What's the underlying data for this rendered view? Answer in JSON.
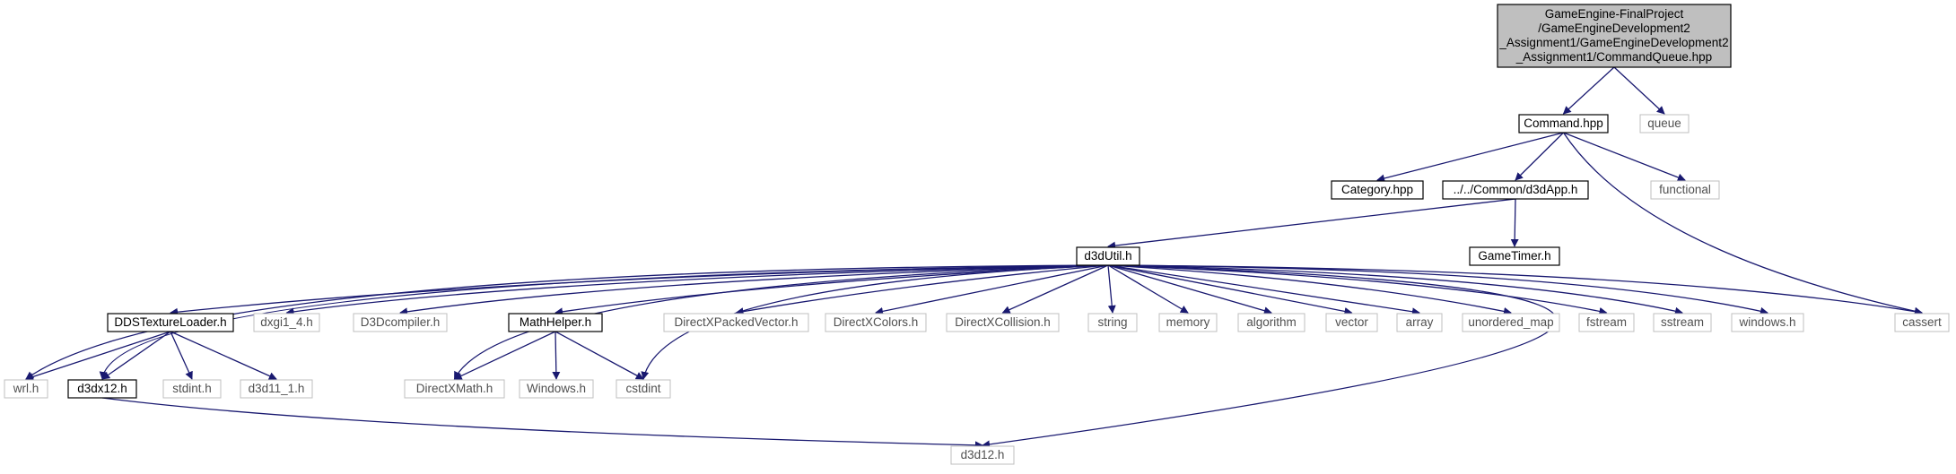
{
  "colors": {
    "edge": "#191970",
    "root_fill": "#bfbfbf",
    "local_border": "#000000",
    "system_border": "#bfbfbf",
    "system_text": "#505050",
    "background": "#ffffff"
  },
  "nodes": [
    {
      "id": "root",
      "kind": "root",
      "lines": [
        "GameEngine-FinalProject",
        "/GameEngineDevelopment2",
        "_Assignment1/GameEngineDevelopment2",
        "_Assignment1/CommandQueue.hpp"
      ]
    },
    {
      "id": "command",
      "kind": "local",
      "lines": [
        "Command.hpp"
      ]
    },
    {
      "id": "queue",
      "kind": "system",
      "lines": [
        "queue"
      ]
    },
    {
      "id": "category",
      "kind": "local",
      "lines": [
        "Category.hpp"
      ]
    },
    {
      "id": "d3dapp",
      "kind": "local",
      "lines": [
        "../../Common/d3dApp.h"
      ]
    },
    {
      "id": "functional",
      "kind": "system",
      "lines": [
        "functional"
      ]
    },
    {
      "id": "cassert",
      "kind": "system",
      "lines": [
        "cassert"
      ]
    },
    {
      "id": "d3dutil",
      "kind": "local",
      "lines": [
        "d3dUtil.h"
      ]
    },
    {
      "id": "gametimer",
      "kind": "local",
      "lines": [
        "GameTimer.h"
      ]
    },
    {
      "id": "ddstex",
      "kind": "local",
      "lines": [
        "DDSTextureLoader.h"
      ]
    },
    {
      "id": "dxgi",
      "kind": "system",
      "lines": [
        "dxgi1_4.h"
      ]
    },
    {
      "id": "d3dcompiler",
      "kind": "system",
      "lines": [
        "D3Dcompiler.h"
      ]
    },
    {
      "id": "mathhelper",
      "kind": "local",
      "lines": [
        "MathHelper.h"
      ]
    },
    {
      "id": "dxpacked",
      "kind": "system",
      "lines": [
        "DirectXPackedVector.h"
      ]
    },
    {
      "id": "dxcolors",
      "kind": "system",
      "lines": [
        "DirectXColors.h"
      ]
    },
    {
      "id": "dxcollision",
      "kind": "system",
      "lines": [
        "DirectXCollision.h"
      ]
    },
    {
      "id": "string",
      "kind": "system",
      "lines": [
        "string"
      ]
    },
    {
      "id": "memory",
      "kind": "system",
      "lines": [
        "memory"
      ]
    },
    {
      "id": "algorithm",
      "kind": "system",
      "lines": [
        "algorithm"
      ]
    },
    {
      "id": "vector",
      "kind": "system",
      "lines": [
        "vector"
      ]
    },
    {
      "id": "array",
      "kind": "system",
      "lines": [
        "array"
      ]
    },
    {
      "id": "unordered_map",
      "kind": "system",
      "lines": [
        "unordered_map"
      ]
    },
    {
      "id": "fstream",
      "kind": "system",
      "lines": [
        "fstream"
      ]
    },
    {
      "id": "sstream",
      "kind": "system",
      "lines": [
        "sstream"
      ]
    },
    {
      "id": "windows",
      "kind": "system",
      "lines": [
        "windows.h"
      ]
    },
    {
      "id": "wrl",
      "kind": "system",
      "lines": [
        "wrl.h"
      ]
    },
    {
      "id": "d3dx12",
      "kind": "local",
      "lines": [
        "d3dx12.h"
      ]
    },
    {
      "id": "stdint",
      "kind": "system",
      "lines": [
        "stdint.h"
      ]
    },
    {
      "id": "d3d11",
      "kind": "system",
      "lines": [
        "d3d11_1.h"
      ]
    },
    {
      "id": "dxmath",
      "kind": "system",
      "lines": [
        "DirectXMath.h"
      ]
    },
    {
      "id": "windowsH",
      "kind": "system",
      "lines": [
        "Windows.h"
      ]
    },
    {
      "id": "cstdint",
      "kind": "system",
      "lines": [
        "cstdint"
      ]
    },
    {
      "id": "d3d12",
      "kind": "system",
      "lines": [
        "d3d12.h"
      ]
    }
  ],
  "edges": [
    [
      "root",
      "command"
    ],
    [
      "root",
      "queue"
    ],
    [
      "command",
      "category"
    ],
    [
      "command",
      "d3dapp"
    ],
    [
      "command",
      "functional"
    ],
    [
      "command",
      "cassert"
    ],
    [
      "d3dapp",
      "d3dutil"
    ],
    [
      "d3dapp",
      "gametimer"
    ],
    [
      "d3dutil",
      "wrl"
    ],
    [
      "d3dutil",
      "d3dx12"
    ],
    [
      "d3dutil",
      "ddstex"
    ],
    [
      "d3dutil",
      "dxgi"
    ],
    [
      "d3dutil",
      "d3dcompiler"
    ],
    [
      "d3dutil",
      "dxmath"
    ],
    [
      "d3dutil",
      "mathhelper"
    ],
    [
      "d3dutil",
      "cstdint"
    ],
    [
      "d3dutil",
      "dxpacked"
    ],
    [
      "d3dutil",
      "dxcolors"
    ],
    [
      "d3dutil",
      "dxcollision"
    ],
    [
      "d3dutil",
      "string"
    ],
    [
      "d3dutil",
      "memory"
    ],
    [
      "d3dutil",
      "algorithm"
    ],
    [
      "d3dutil",
      "vector"
    ],
    [
      "d3dutil",
      "array"
    ],
    [
      "d3dutil",
      "unordered_map"
    ],
    [
      "d3dutil",
      "fstream"
    ],
    [
      "d3dutil",
      "sstream"
    ],
    [
      "d3dutil",
      "windows"
    ],
    [
      "d3dutil",
      "cassert"
    ],
    [
      "d3dutil",
      "d3d12"
    ],
    [
      "ddstex",
      "wrl"
    ],
    [
      "ddstex",
      "d3dx12"
    ],
    [
      "ddstex",
      "stdint"
    ],
    [
      "ddstex",
      "d3d11"
    ],
    [
      "mathhelper",
      "dxmath"
    ],
    [
      "mathhelper",
      "windowsH"
    ],
    [
      "mathhelper",
      "cstdint"
    ],
    [
      "d3dx12",
      "d3d12"
    ]
  ]
}
